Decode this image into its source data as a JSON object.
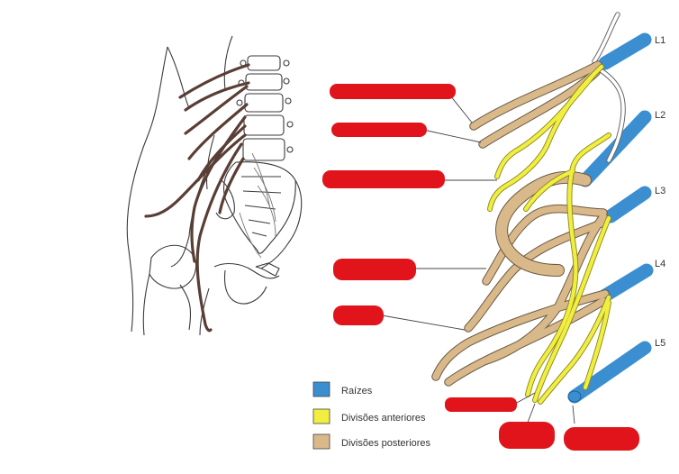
{
  "diagram": {
    "root_labels": [
      "L1",
      "L2",
      "L3",
      "L4",
      "L5"
    ],
    "legend": [
      {
        "key": "roots",
        "label": "Raízes",
        "color": "#3b8fd0"
      },
      {
        "key": "anterior",
        "label": "Divisões anteriores",
        "color": "#f0ee40"
      },
      {
        "key": "posterior",
        "label": "Divisões posteriores",
        "color": "#d9b98a"
      }
    ],
    "colors": {
      "redaction": "#e0141a",
      "outline": "#3a3a3a",
      "nerve_dark": "#5a3e36",
      "leader": "#444444"
    },
    "redacted_label_count": 8
  }
}
